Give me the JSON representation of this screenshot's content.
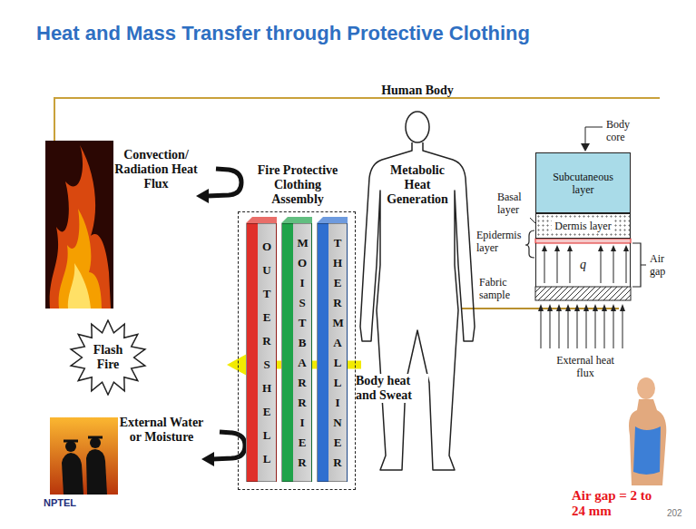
{
  "diagram": {
    "title": "Heat and Mass Transfer through Protective Clothing",
    "nodes": [
      {
        "text": [
          "Fire Protective Clothing Assembly"
        ]
      },
      {
        "text": [
          "OUTER SHELL"
        ],
        "in": 0
      },
      {
        "text": [
          "MOIST BARRIER"
        ],
        "in": 0
      },
      {
        "text": [
          "THERMAL LINER"
        ],
        "in": 0
      },
      {
        "text": [
          "Flash Fire"
        ]
      },
      {
        "text": [
          "Human Body",
          "Metabolic Heat Generation"
        ]
      },
      {
        "text": [
          "Subcutaneous layer"
        ]
      },
      {
        "text": [
          "Dermis layer"
        ]
      },
      {
        "text": [
          "q"
        ]
      }
    ],
    "labels": [
      "Convection/ Radiation Heat Flux",
      "External Water or Moisture",
      "Body heat and Sweat",
      "Body core",
      "Basal layer",
      "Epidermis layer",
      "Air gap",
      "Fabric sample",
      "External heat flux",
      "Air gap = 2 to 24 mm",
      "202",
      "NPTEL"
    ]
  }
}
